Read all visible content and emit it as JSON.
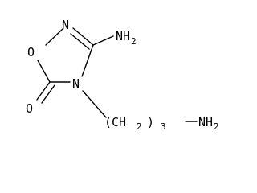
{
  "molecule": {
    "atoms": {
      "ring_n2": "N",
      "ring_o1": "O",
      "carbonyl_o": "O",
      "ring_n4": "N",
      "amino_n": "NH",
      "amino_sub": "2",
      "chain_open": "(CH",
      "chain_sub1": "2",
      "chain_close": ")",
      "chain_sub2": "3",
      "terminal_n": "NH",
      "terminal_sub": "2"
    }
  }
}
